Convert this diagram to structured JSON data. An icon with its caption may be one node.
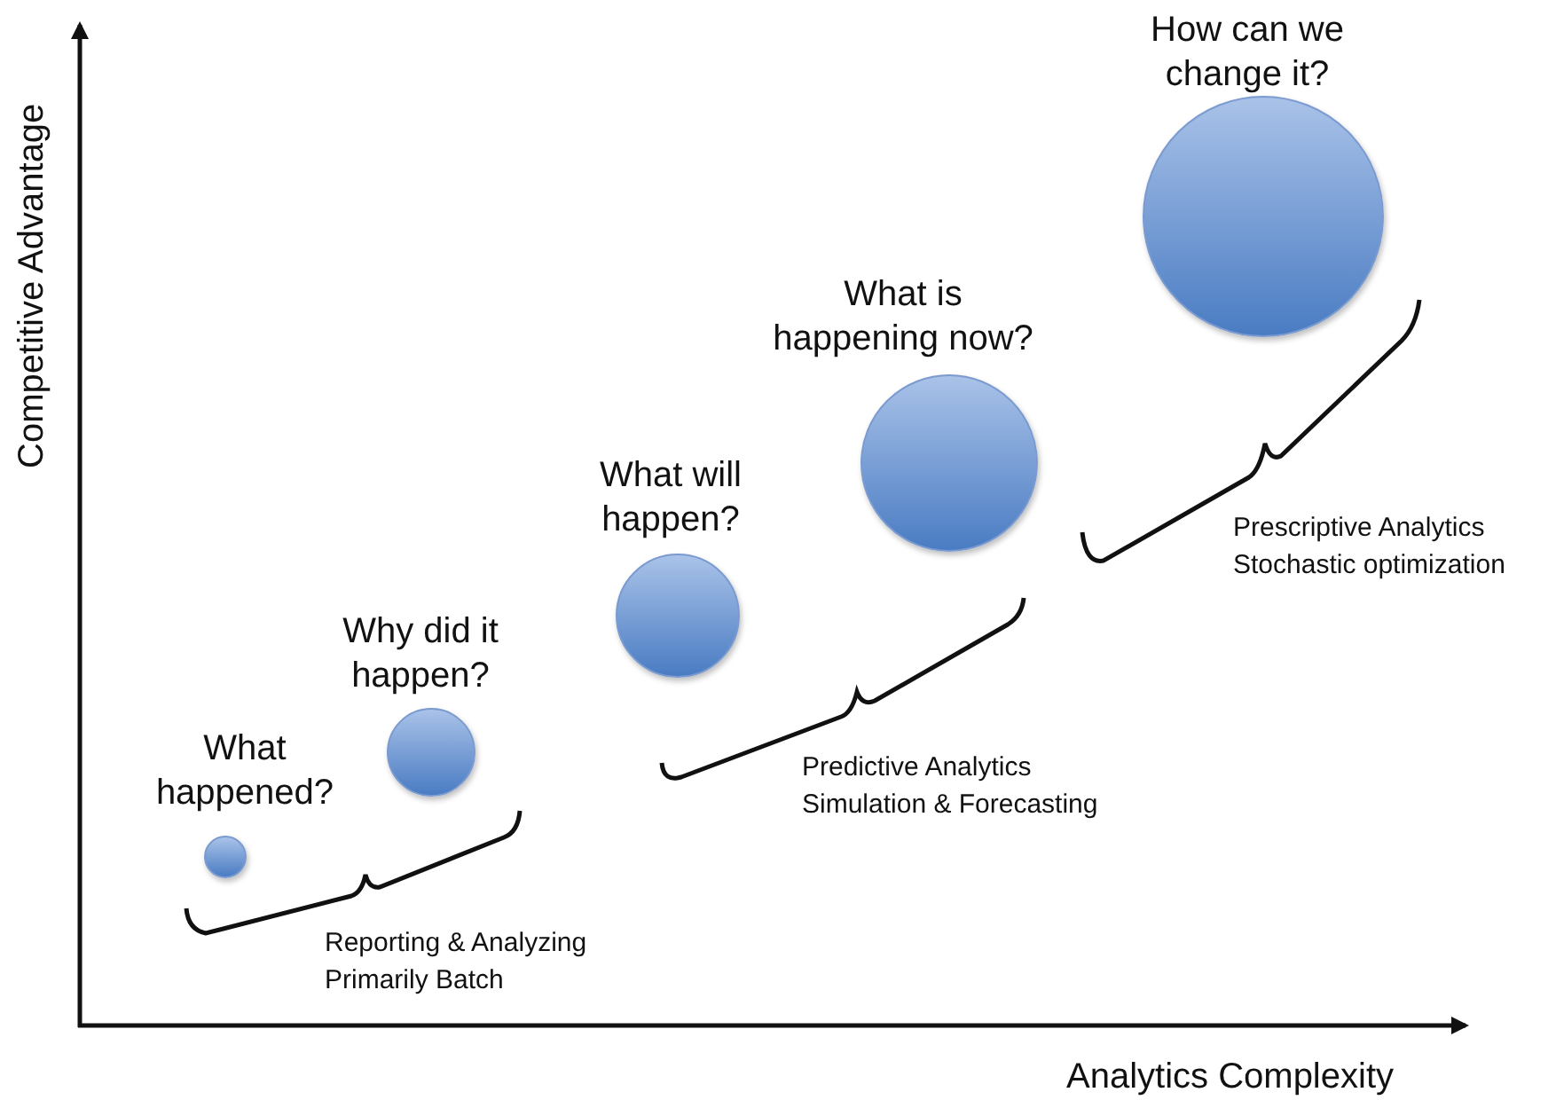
{
  "diagram": {
    "nodes": [
      {
        "text": [
          "What happened?"
        ]
      },
      {
        "text": [
          "Why did it happen?"
        ]
      },
      {
        "text": [
          "What will happen?"
        ]
      },
      {
        "text": [
          "What is happening now?"
        ]
      },
      {
        "text": [
          "How can we change it?"
        ]
      }
    ],
    "labels": [
      "Competitive Advantage",
      "Analytics Complexity",
      "Reporting & Analyzing Primarily Batch",
      "Predictive Analytics Simulation & Forecasting",
      "Prescriptive Analytics Stochastic optimization"
    ]
  }
}
